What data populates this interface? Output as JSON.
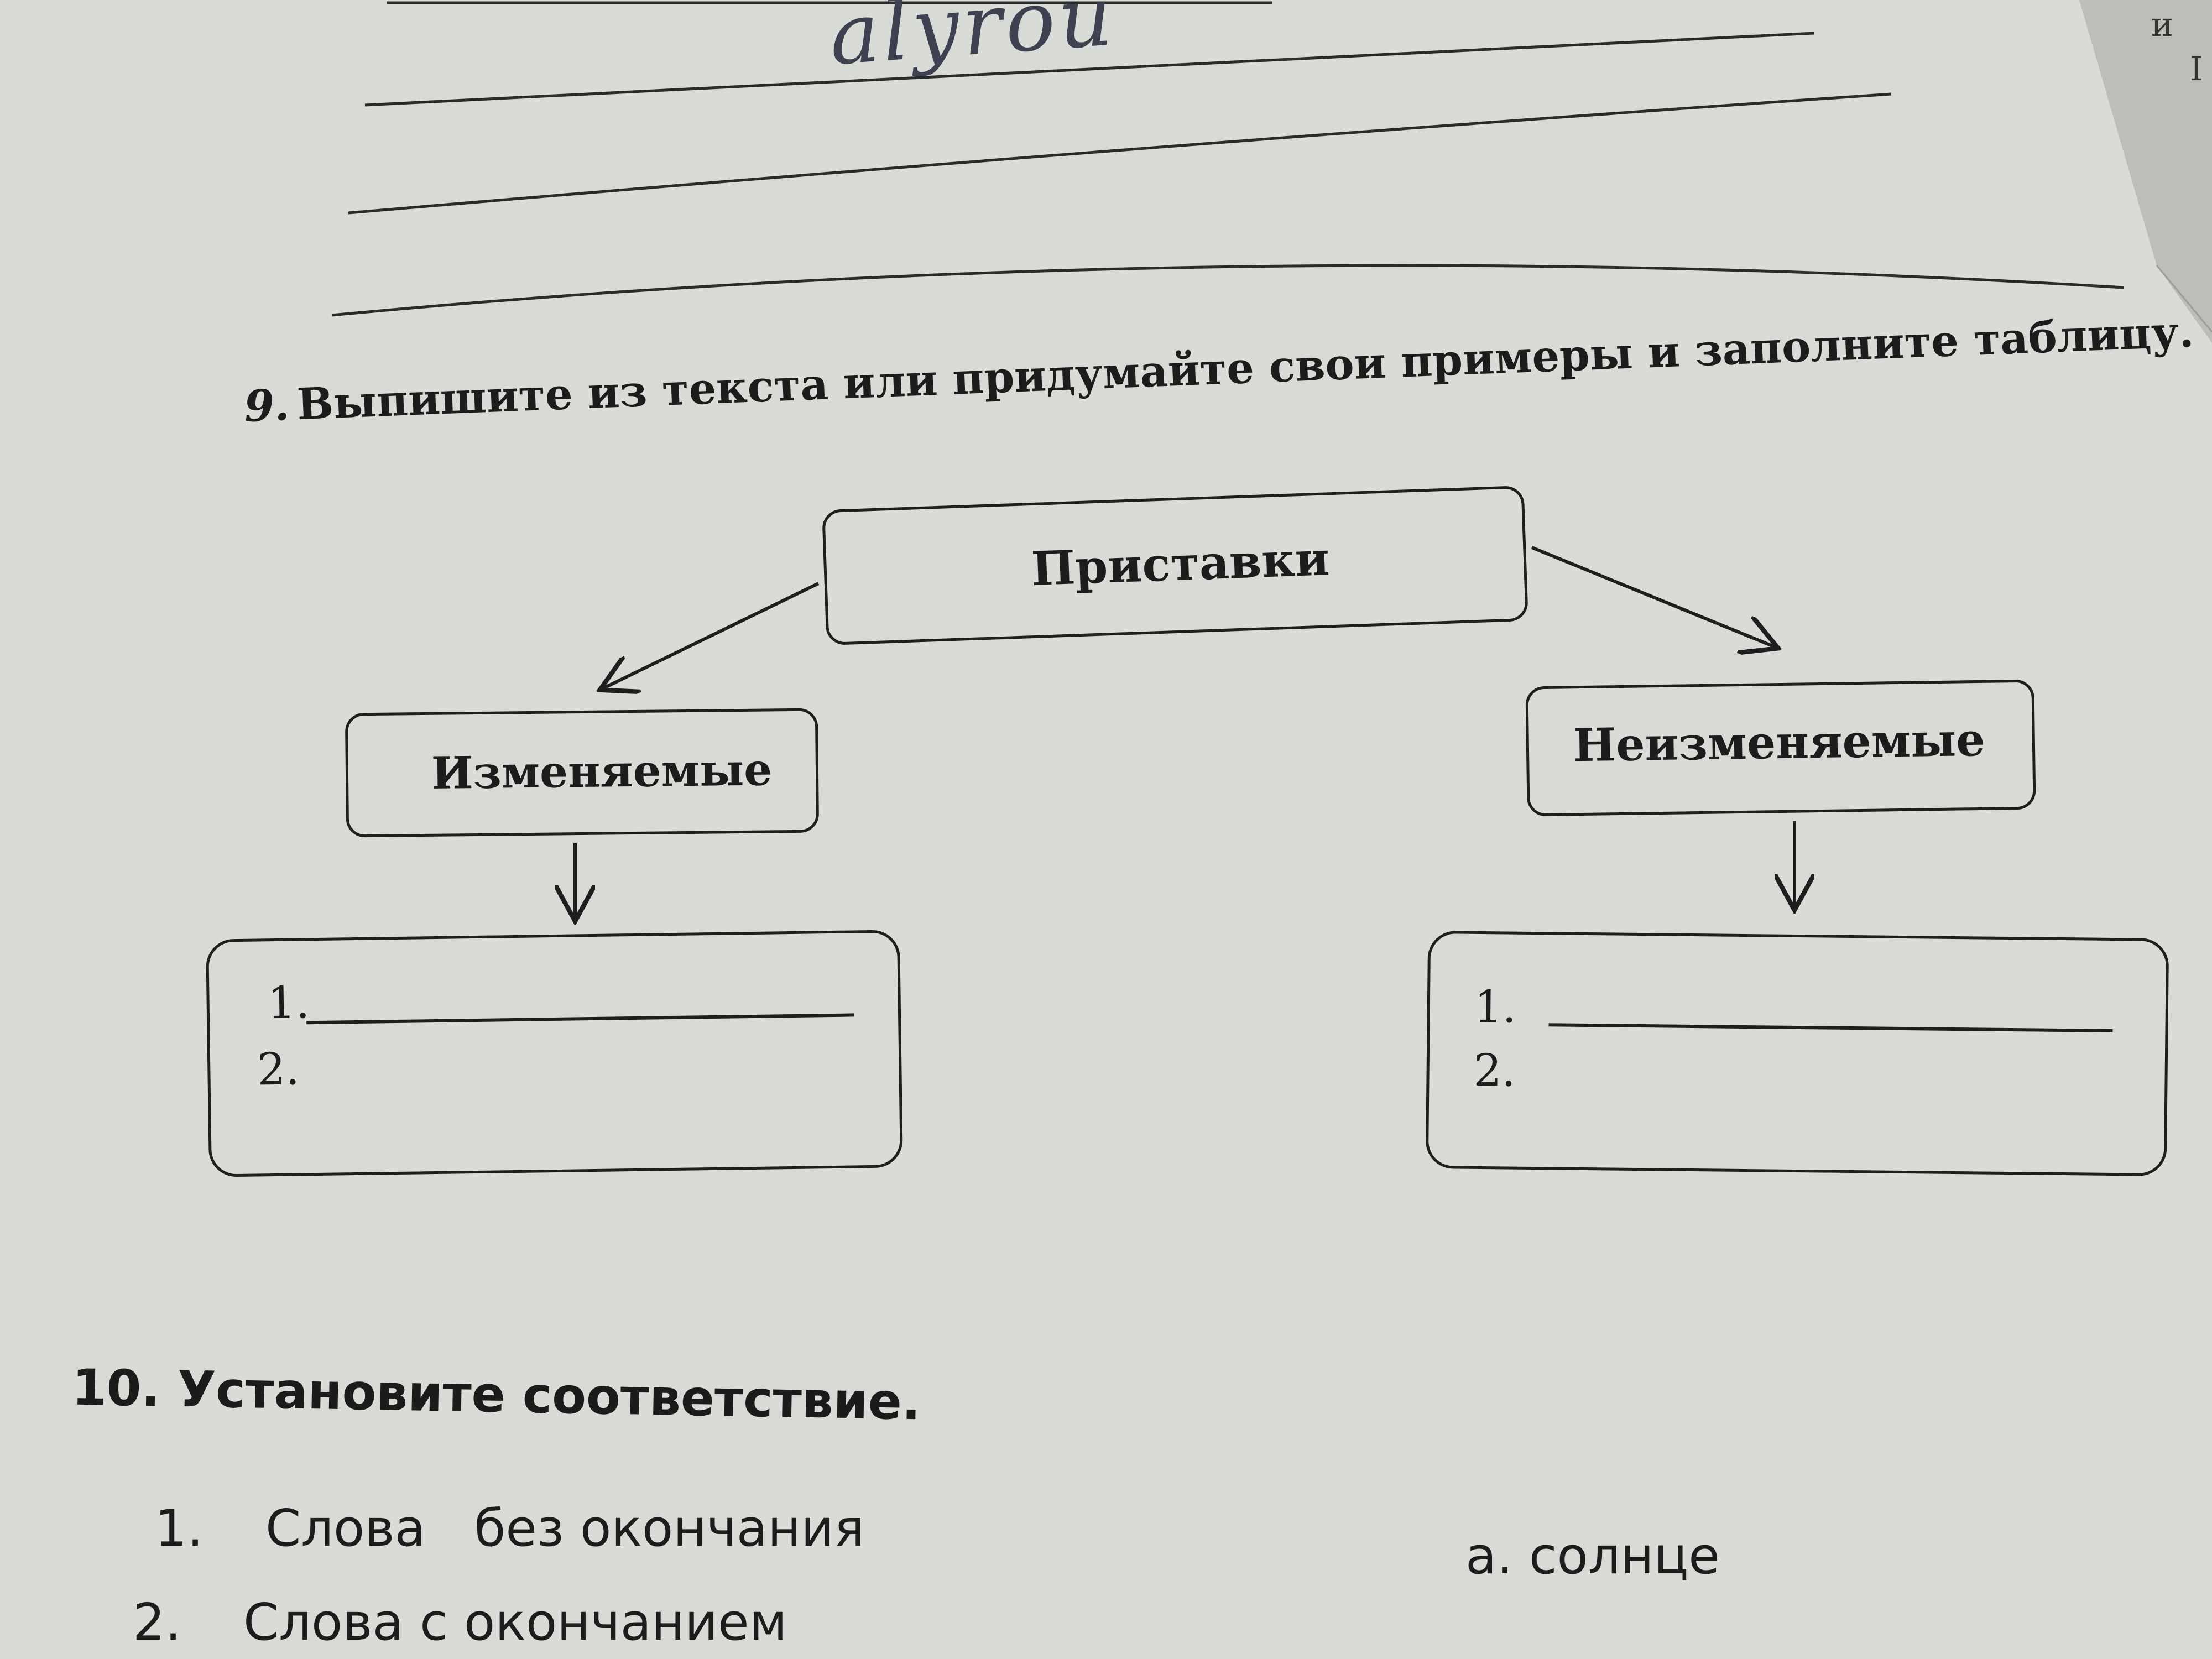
{
  "handwriting": "alyrou",
  "corner": [
    "и",
    "I"
  ],
  "task9": {
    "number": "9.",
    "text": "Выпишите из текста или придумайте свои примеры и заполните таблицу."
  },
  "diagram": {
    "root": "Приставки",
    "left_branch": {
      "label": "Изменяемые",
      "items": [
        "1.",
        "2."
      ]
    },
    "right_branch": {
      "label": "Неизменяемые",
      "items": [
        "1.",
        "2."
      ]
    }
  },
  "task10": {
    "title": "10. Установите соответствие.",
    "items": [
      {
        "num": "1.",
        "text": "Слова   без окончания"
      },
      {
        "num": "2.",
        "text": "Слова с окончанием"
      }
    ],
    "answers": [
      "а. солнце"
    ]
  }
}
